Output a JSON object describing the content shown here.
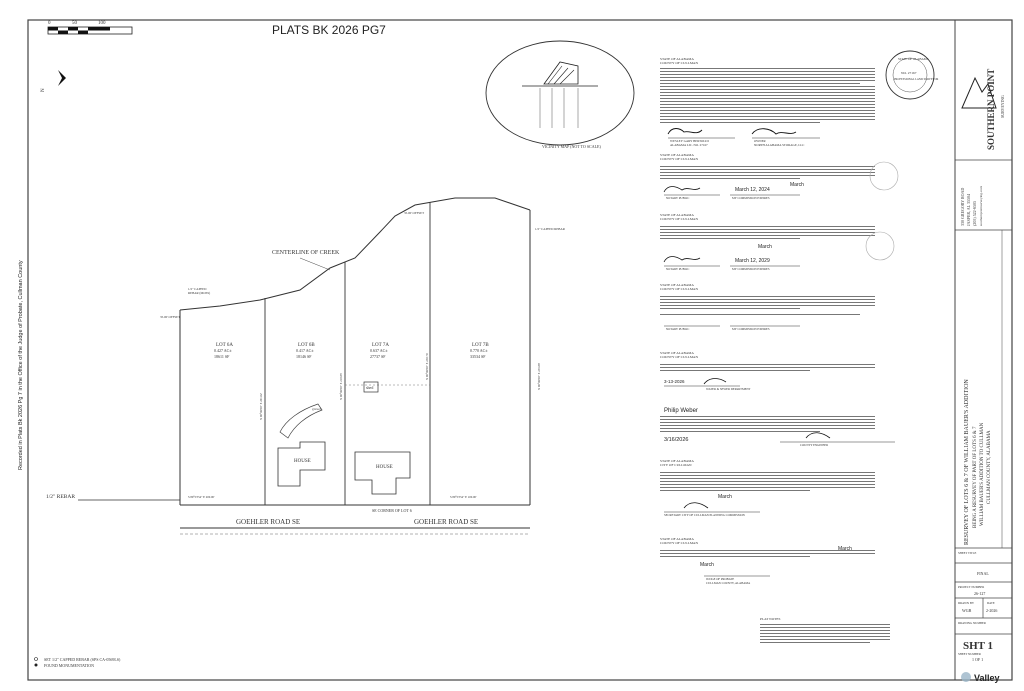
{
  "header_note": "PLATS BK 2026 PG7",
  "vicinity_caption": "VICINITY MAP (NOT TO SCALE)",
  "roads": [
    "GOEHLER ROAD SE",
    "GOEHLER ROAD SE"
  ],
  "rebar_label": "1/2\" REBAR",
  "corner_label": "SE CORNER OF LOT 6",
  "centerline_label": "CENTERLINE OF CREEK",
  "lots": [
    {
      "name": "LOT 6A",
      "area": "0.427 AC±",
      "sf": "18611 SF"
    },
    {
      "name": "LOT 6B",
      "area": "0.417 AC±",
      "sf": "18146 SF"
    },
    {
      "name": "LOT 7A",
      "area": "0.637 AC±",
      "sf": "27737 SF"
    },
    {
      "name": "LOT 7B",
      "area": "0.770 AC±",
      "sf": "33534 SF"
    }
  ],
  "structures": [
    "HOUSE",
    "HOUSE",
    "shed",
    "gravel"
  ],
  "legend": {
    "item1": "SET 1/2\" CAPPED REBAR (SPS CA-0569LS)",
    "item2": "FOUND MONUMENTATION"
  },
  "certificates": {
    "state": "STATE OF ALABAMA",
    "county": "COUNTY OF CULLMAN",
    "surveyor_signer": "WESLEY GARY BERTOLDI",
    "surveyor_license": "ALABAMA LIC. NO. 27167",
    "owner_label": "OWNER",
    "owner_company": "NORTH ALABAMA STORAGE, LLC",
    "notary_public": "NOTARY PUBLIC",
    "commission": "MY COMMISSION EXPIRES",
    "water_dept": "WATER & SEWER DEPARTMENT",
    "county_engineer": "COUNTY ENGINEER",
    "planning": "SECRETARY CITY OF CULLMAN PLANNING COMMISSION",
    "judge": "JUDGE OF PROBATE",
    "judge_county": "CULLMAN COUNTY, ALABAMA",
    "city": "CITY OF CULLMAN",
    "notes_title": "PLAT NOTES",
    "hw_date1": "March 12, 2024",
    "hw_date2": "March 12, 2029",
    "hw_date3": "3/16/2026",
    "hw_march": "March"
  },
  "seal": {
    "outer": "STATE OF ALABAMA",
    "no": "NO. 27167",
    "role": "PROFESSIONAL LAND SURVEYOR"
  },
  "title_block": {
    "company": "SOUTHERN POINT",
    "company_sub": "SURVEYING",
    "address1": "330 GREGORY ROAD",
    "address2": "JASPER, AL 35504",
    "phone": "(205) 522-6505",
    "web": "southernpointsurveying.com",
    "title_main": "RESURVEY OF LOTS 6 & 7 OF WILLIAM BAUER'S ADDITION",
    "title_sub1": "BEING A RESURVEY OF PART OF LOTS 6 & 7",
    "title_sub2": "WILLIAM BAUER'S ADDITION TO CULLMAN",
    "title_sub3": "CULLMAN COUNTY, ALABAMA",
    "sheet_title_label": "SHEET TITLE",
    "sheet_title": "FINAL",
    "project_label": "PROJECT NUMBER",
    "project_no": "26-127",
    "drawn_label": "DRAWN BY",
    "drawn_by": "WGB",
    "date_label": "DATE",
    "date": "2-2026",
    "drawing_label": "DRAWING NUMBER",
    "drawing_no": "SHT 1",
    "sheet_no_label": "SHEET NUMBER",
    "sheet_no": "1 OF 1"
  },
  "watermark": "Valley"
}
